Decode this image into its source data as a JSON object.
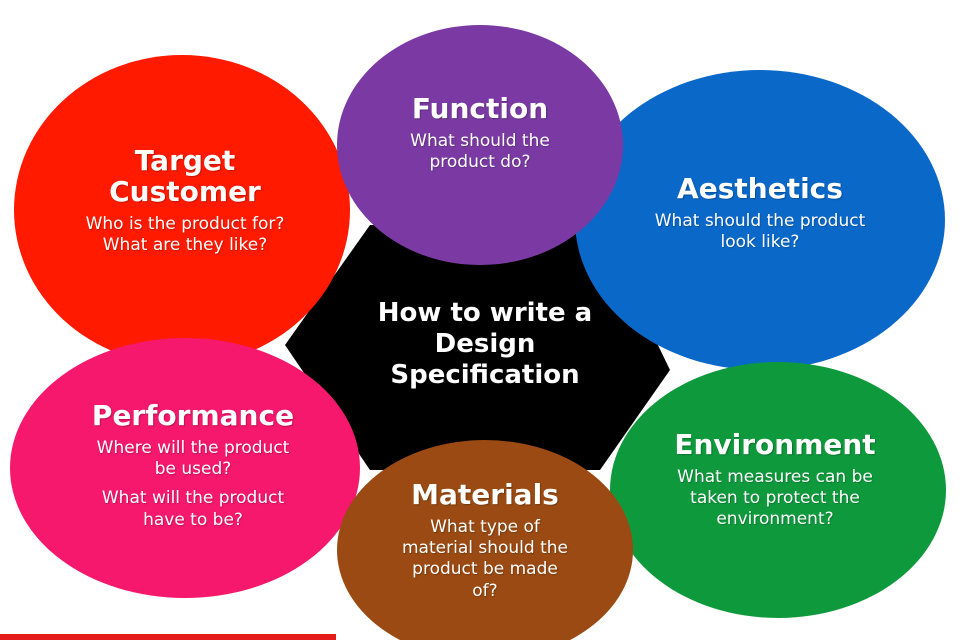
{
  "center": {
    "title": "How to write a\nDesign\nSpecification",
    "color": "#000000"
  },
  "nodes": {
    "target_customer": {
      "title": "Target\nCustomer",
      "desc": "Who is the product for?\nWhat are they like?",
      "color": "#ff1a00"
    },
    "function": {
      "title": "Function",
      "desc": "What should the\nproduct do?",
      "color": "#7b3aa3"
    },
    "aesthetics": {
      "title": "Aesthetics",
      "desc": "What should the product\nlook like?",
      "color": "#0a68c9"
    },
    "performance": {
      "title": "Performance",
      "desc": "Where will the product\nbe used?",
      "desc2": "What will the product\nhave to be?",
      "color": "#f5186d"
    },
    "materials": {
      "title": "Materials",
      "desc": "What type of\nmaterial should the\nproduct be made\nof?",
      "color": "#9a4a12"
    },
    "environment": {
      "title": "Environment",
      "desc": "What measures can be\ntaken to  protect the\nenvironment?",
      "color": "#0e9a3c"
    }
  },
  "progress": {
    "color": "#e31b1b"
  }
}
